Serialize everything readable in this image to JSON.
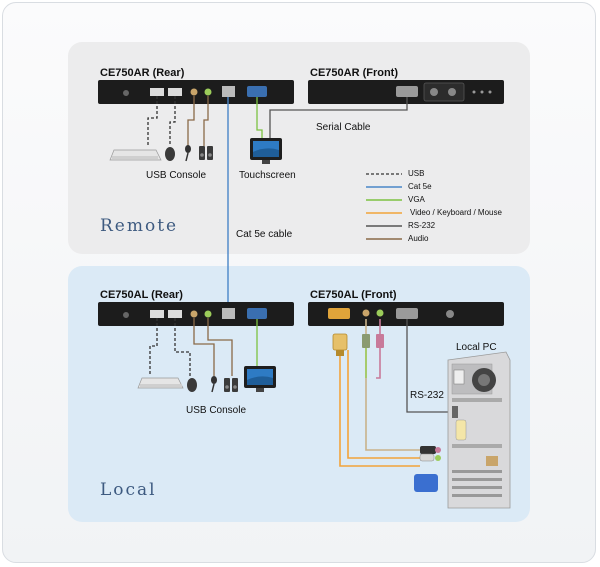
{
  "devices": {
    "remote_rear": "CE750AR (Rear)",
    "remote_front": "CE750AR (Front)",
    "local_rear": "CE750AL (Rear)",
    "local_front": "CE750AL (Front)"
  },
  "labels": {
    "usb_console_remote": "USB Console",
    "touchscreen": "Touchscreen",
    "serial_cable": "Serial Cable",
    "cat5e_cable": "Cat 5e cable",
    "usb_console_local": "USB Console",
    "local_pc": "Local PC",
    "rs232": "RS-232"
  },
  "zones": {
    "remote": "Remote",
    "local": "Local"
  },
  "legend": [
    {
      "label": "USB",
      "color": "#333333",
      "style": "dashed"
    },
    {
      "label": "Cat 5e",
      "color": "#4a86c8",
      "style": "solid"
    },
    {
      "label": "VGA",
      "color": "#7cc242",
      "style": "solid"
    },
    {
      "label": "Video / Keyboard / Mouse",
      "color": "#f2a33a",
      "style": "solid"
    },
    {
      "label": "RS-232",
      "color": "#555555",
      "style": "solid"
    },
    {
      "label": "Audio",
      "color": "#8a6a48",
      "style": "solid"
    }
  ]
}
